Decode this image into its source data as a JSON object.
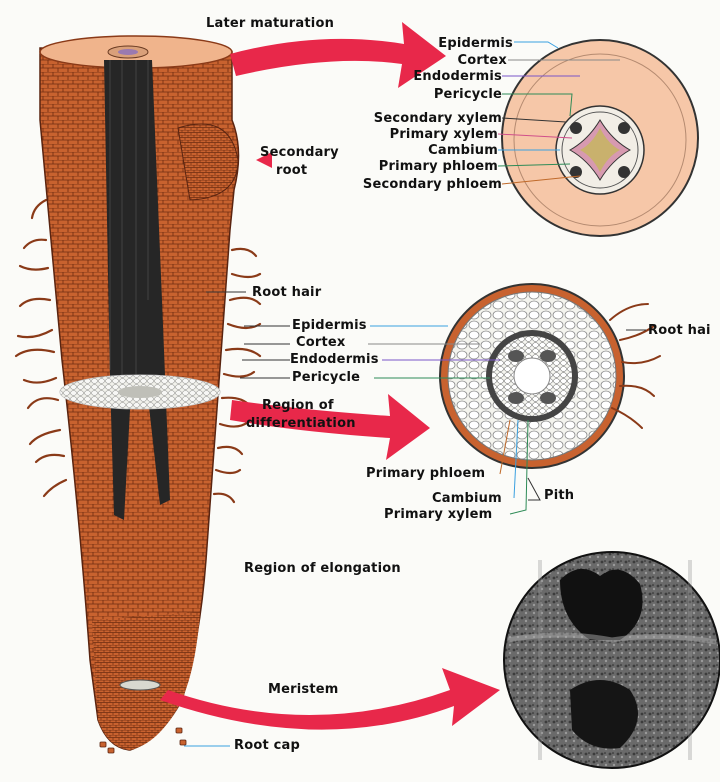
{
  "diagram": {
    "colors": {
      "root_tissue": "#c8622f",
      "root_top": "#f0b48c",
      "vascular_core": "#222222",
      "arrow": "#e8284a",
      "cross_section_pink": "#f6c7a8"
    },
    "stages": {
      "maturation": "Later maturation",
      "differentiation_line1": "Region of",
      "differentiation_line2": "differentiation",
      "elongation": "Region of elongation",
      "meristem": "Meristem"
    },
    "root_labels": {
      "secondary_root_line1": "Secondary",
      "secondary_root_line2": "root",
      "root_hair": "Root hair",
      "root_cap": "Root cap"
    },
    "mature_section": {
      "labels": [
        "Epidermis",
        "Cortex",
        "Endodermis",
        "Pericycle",
        "Secondary xylem",
        "Primary xylem",
        "Cambium",
        "Primary phloem",
        "Secondary phloem"
      ]
    },
    "young_section": {
      "left_labels": [
        "Epidermis",
        "Cortex",
        "Endodermis",
        "Pericycle"
      ],
      "root_hair": "Root hai",
      "bottom_labels": {
        "primary_phloem": "Primary phloem",
        "pith": "Pith",
        "cambium": "Cambium",
        "primary_xylem": "Primary xylem"
      }
    }
  }
}
